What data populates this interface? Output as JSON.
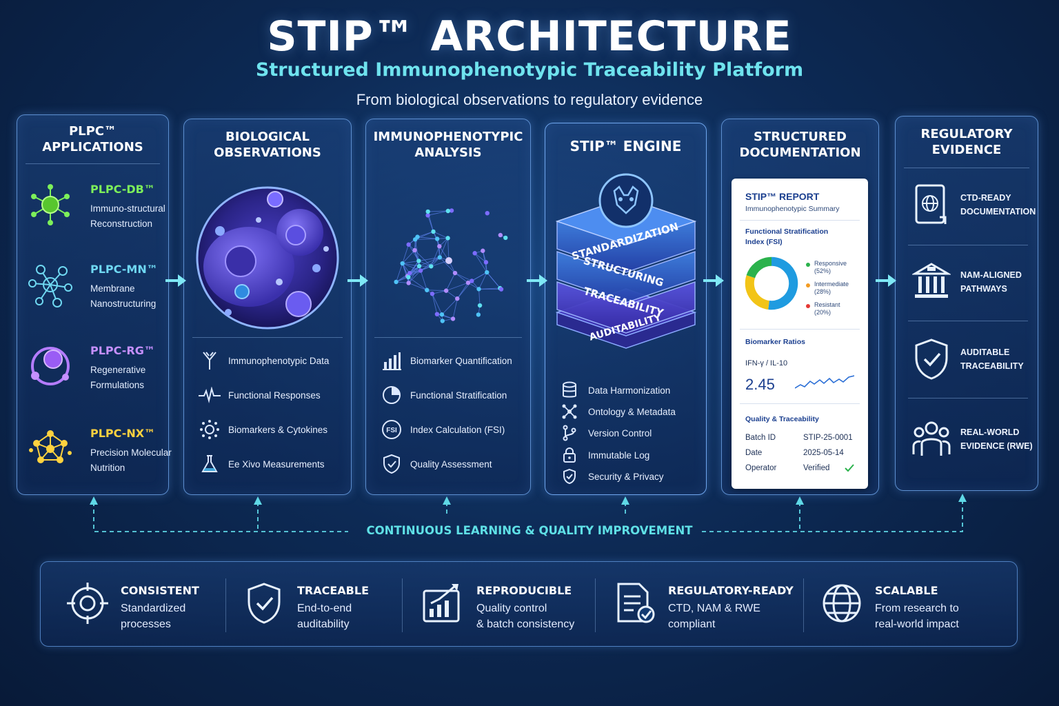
{
  "header": {
    "title": "STIP™ ARCHITECTURE",
    "subtitle": "Structured Immunophenotypic Traceability Platform",
    "tagline": "From biological observations to regulatory evidence"
  },
  "columns": {
    "plpc": {
      "title": "PLPC™\nAPPLICATIONS",
      "items": [
        {
          "name": "PLPC-DB™",
          "desc": "Immuno-structural\nReconstruction",
          "color": "#7df05a"
        },
        {
          "name": "PLPC-MN™",
          "desc": "Membrane\nNanostructuring",
          "color": "#6fd8f2"
        },
        {
          "name": "PLPC-RG™",
          "desc": "Regenerative\nFormulations",
          "color": "#c690ff"
        },
        {
          "name": "PLPC-NX™",
          "desc": "Precision Molecular\nNutrition",
          "color": "#ffd23f"
        }
      ]
    },
    "biological": {
      "title": "BIOLOGICAL\nOBSERVATIONS",
      "items": [
        "Immunophenotypic Data",
        "Functional Responses",
        "Biomarkers & Cytokines",
        "Ee Xivo Measurements"
      ]
    },
    "immuno": {
      "title": "IMMUNOPHENOTYPIC\nANALYSIS",
      "items": [
        "Biomarker Quantification",
        "Functional Stratification",
        "Index Calculation (FSI)",
        "Quality Assessment"
      ],
      "fsi_badge": "FSI"
    },
    "engine": {
      "title": "STIP™ ENGINE",
      "layers": [
        "STANDARDIZATION",
        "STRUCTURING",
        "TRACEABILITY",
        "AUDITABILITY"
      ],
      "items": [
        "Data Harmonization",
        "Ontology & Metadata",
        "Version Control",
        "Immutable Log",
        "Security & Privacy"
      ]
    },
    "documentation": {
      "title": "STRUCTURED\nDOCUMENTATION",
      "report": {
        "title": "STIP™ REPORT",
        "subtitle": "Immunophenotypic Summary",
        "fsi_title": "Functional Stratification\nIndex (FSI)",
        "legend": [
          {
            "label": "Responsive\n(52%)",
            "value": 52,
            "color": "#2bb24c"
          },
          {
            "label": "Intermediate\n(28%)",
            "value": 28,
            "color": "#f39c23"
          },
          {
            "label": "Resistant\n(20%)",
            "value": 20,
            "color": "#e53935"
          }
        ],
        "ratio_title": "Biomarker Ratios",
        "ratio_label": "IFN-γ / IL-10",
        "ratio_value": "2.45",
        "quality_title": "Quality & Traceability",
        "rows": [
          {
            "key": "Batch ID",
            "value": "STIP-25-0001"
          },
          {
            "key": "Date",
            "value": "2025-05-14"
          },
          {
            "key": "Operator",
            "value": "Verified"
          }
        ]
      }
    },
    "regulatory": {
      "title": "REGULATORY\nEVIDENCE",
      "items": [
        "CTD-READY\nDOCUMENTATION",
        "NAM-ALIGNED\nPATHWAYS",
        "AUDITABLE\nTRACEABILITY",
        "REAL-WORLD\nEVIDENCE (RWE)"
      ]
    }
  },
  "loop_label": "CONTINUOUS LEARNING & QUALITY IMPROVEMENT",
  "features": [
    {
      "title": "CONSISTENT",
      "desc": "Standardized\nprocesses"
    },
    {
      "title": "TRACEABLE",
      "desc": "End-to-end\nauditability"
    },
    {
      "title": "REPRODUCIBLE",
      "desc": "Quality control\n& batch consistency"
    },
    {
      "title": "REGULATORY-READY",
      "desc": "CTD, NAM & RWE\ncompliant"
    },
    {
      "title": "SCALABLE",
      "desc": "From research to\nreal-world impact"
    }
  ],
  "colors": {
    "accent": "#6fe3ee",
    "border": "#5d8fd0",
    "background": "#0d2a55"
  }
}
